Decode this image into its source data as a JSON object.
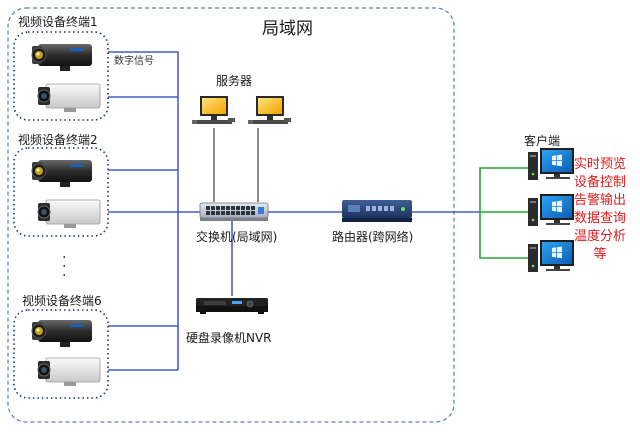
{
  "lan": {
    "title": "局域网"
  },
  "terminals": [
    {
      "label": "视频设备终端1"
    },
    {
      "label": "视频设备终端2"
    },
    {
      "label": "视频设备终端6"
    }
  ],
  "ellipsis": "·\n·\n·",
  "signal_label": "数字信号",
  "server_label": "服务器",
  "switch_label": "交换机(局域网)",
  "router_label": "路由器(跨网络)",
  "nvr_label": "硬盘录像机NVR",
  "client": {
    "label": "客户端",
    "functions": [
      "实时预览",
      "设备控制",
      "告警输出",
      "数据查询",
      "温度分析",
      "等"
    ]
  },
  "colors": {
    "link_blue": "#1f3fbf",
    "link_gray": "#8c8c8c",
    "link_green": "#27a53a",
    "function_text": "#e11b1b",
    "lan_border": "#5a7fb5",
    "terminal_border": "#1f2f7a"
  }
}
